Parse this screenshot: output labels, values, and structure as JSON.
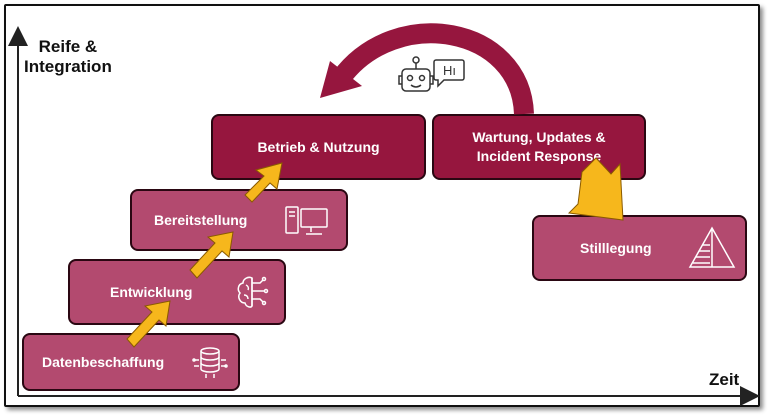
{
  "axes": {
    "y_label_line1": "Reife &",
    "y_label_line2": "Integration",
    "x_label": "Zeit"
  },
  "stages": {
    "datenbeschaffung": "Datenbeschaffung",
    "entwicklung": "Entwicklung",
    "bereitstellung": "Bereitstellung",
    "betrieb": "Betrieb & Nutzung",
    "wartung_line1": "Wartung, Updates &",
    "wartung_line2": "Incident Response",
    "stilllegung": "Stilllegung"
  },
  "robot_speech": "Hı",
  "colors": {
    "box_light": "#b34a6f",
    "box_dark": "#96163e",
    "arrow_yellow": "#f6b71c",
    "cycle_arrow": "#96163e"
  },
  "icons": [
    "database-icon",
    "brain-circuit-icon",
    "computer-monitor-icon",
    "robot-chat-icon",
    "pyramid-ruler-icon"
  ]
}
